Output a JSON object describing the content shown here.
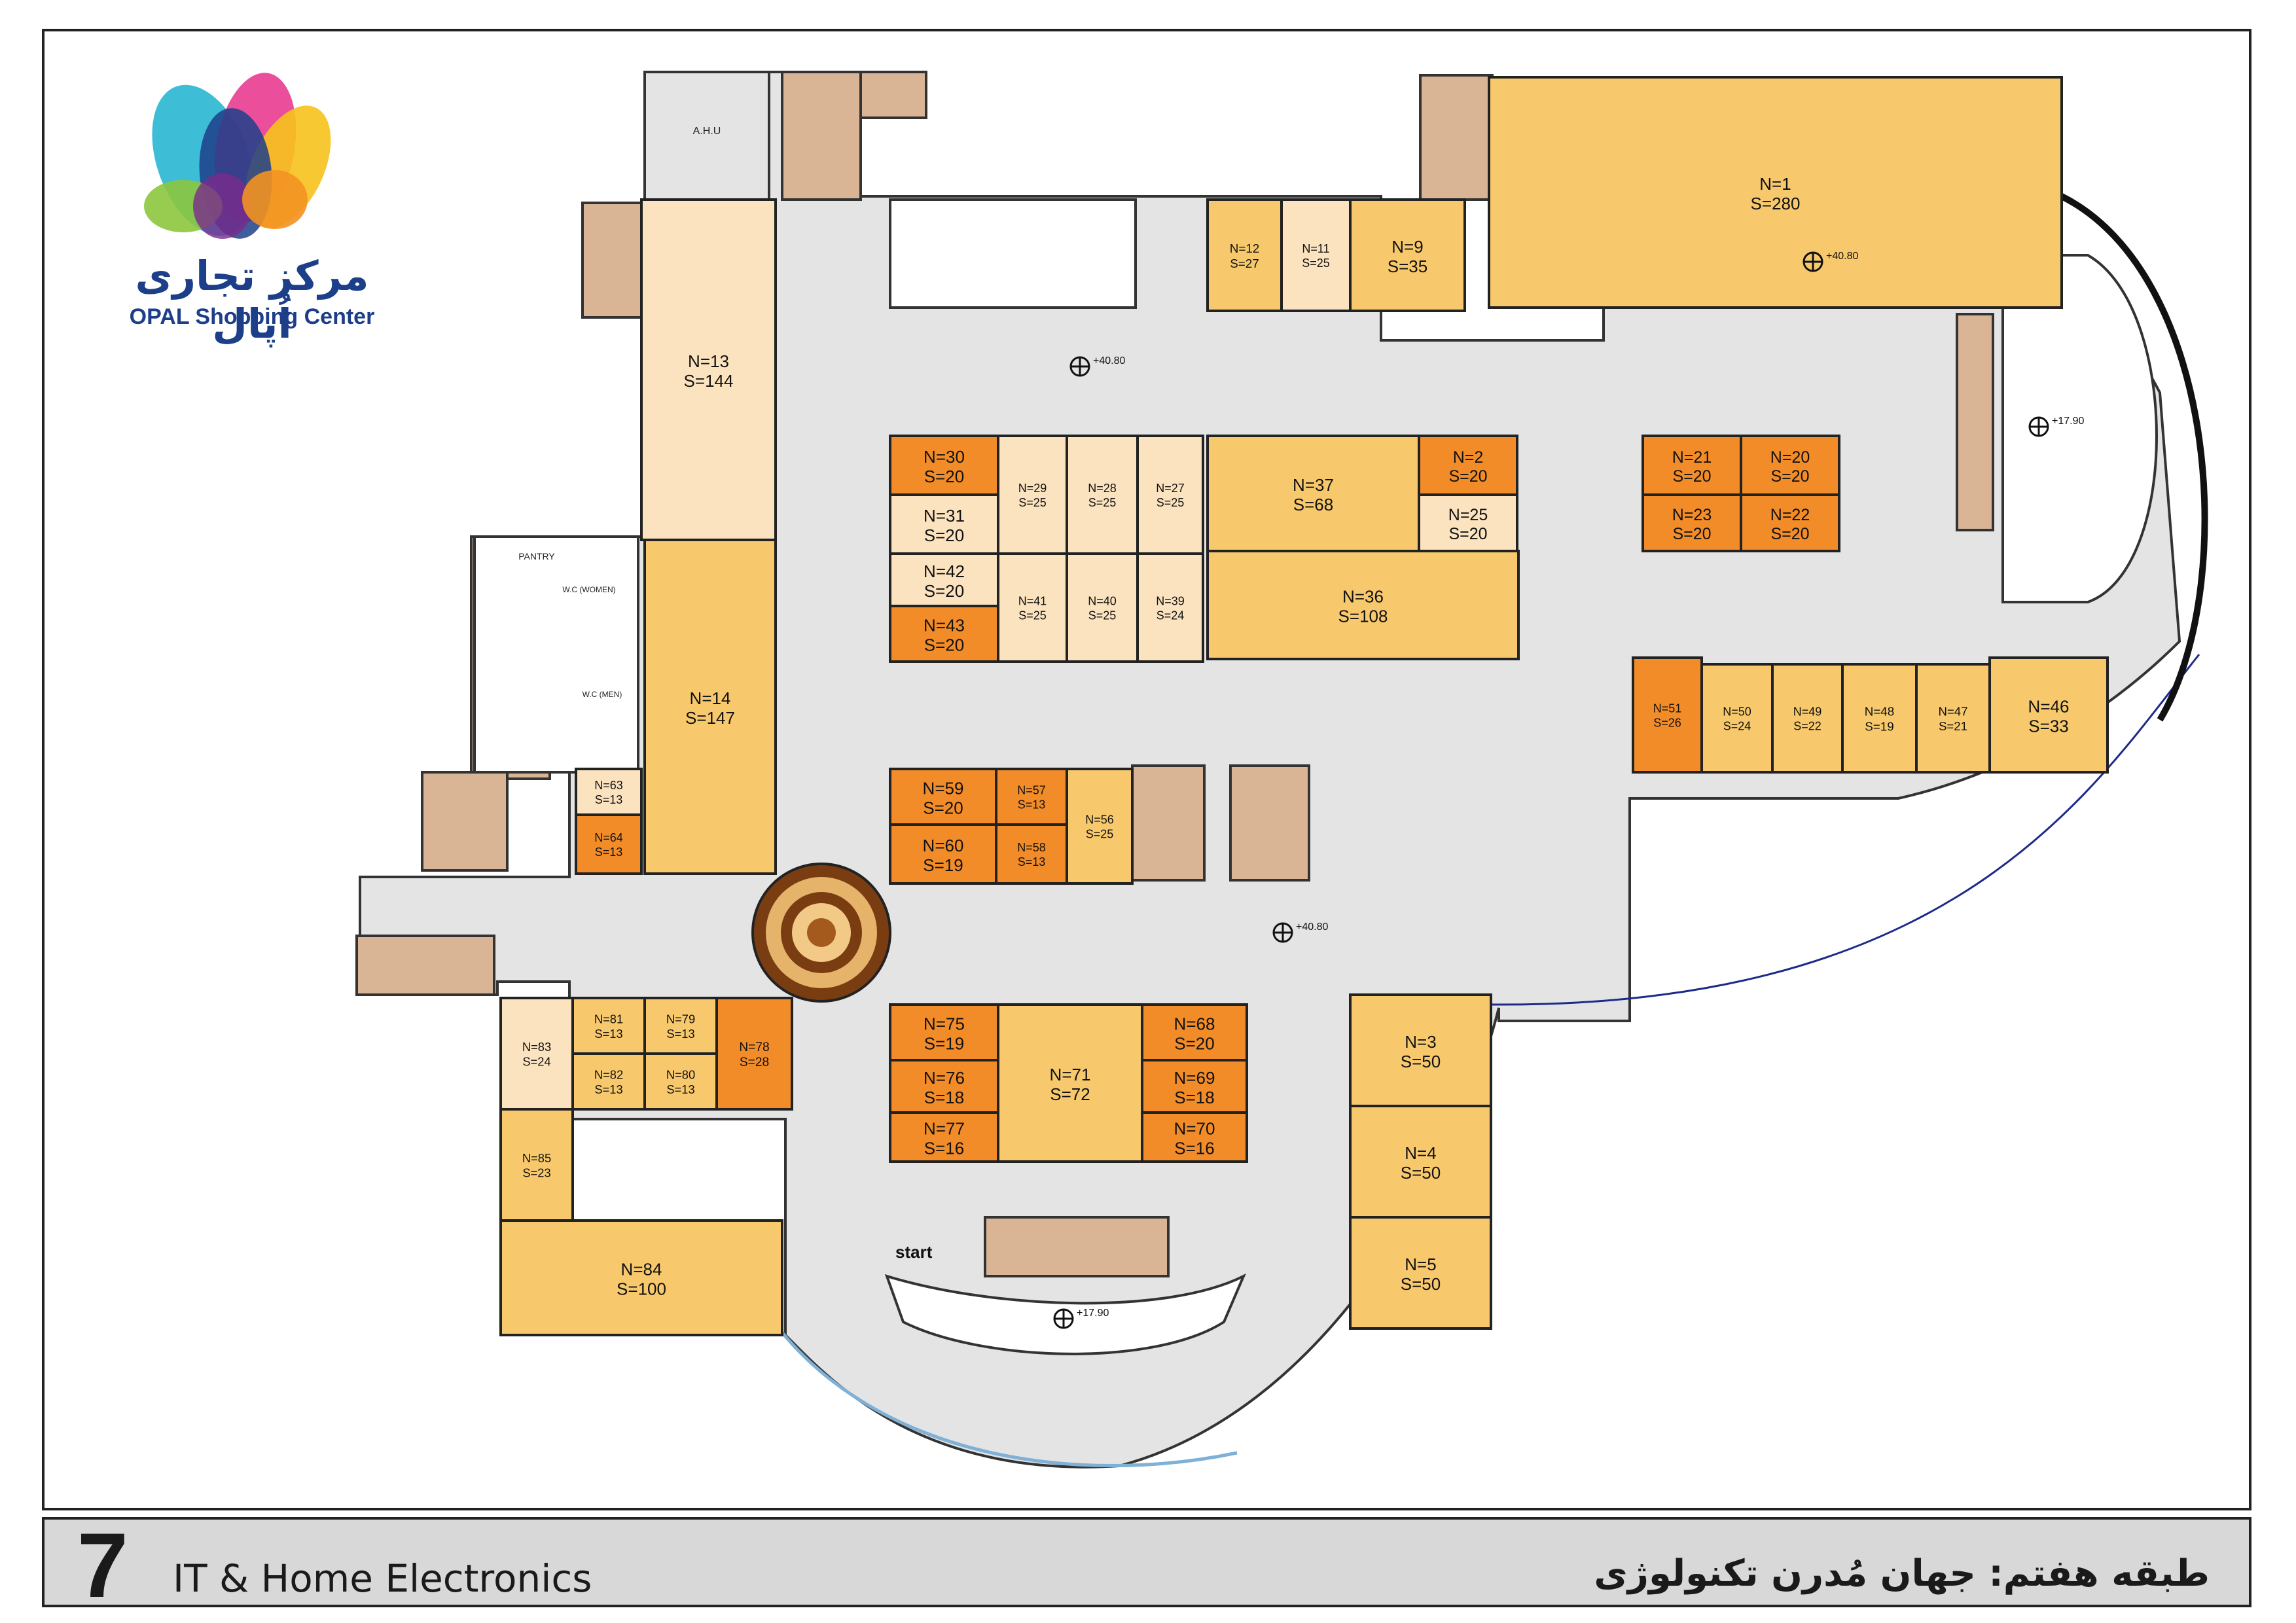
{
  "logo": {
    "name_fa": "مرکز تجاری اُپال",
    "name_en": "OPAL Shopping Center"
  },
  "footer": {
    "floor_number": "7",
    "floor_title_en": "IT & Home Electronics",
    "floor_title_fa": "طبقه هفتم: جهان مُدرن تکنولوژی"
  },
  "labels": {
    "start": "start",
    "ahu": "A.H.U",
    "pantry": "PANTRY",
    "wc_women": "W.C (WOMEN)",
    "wc_men": "W.C (MEN)",
    "level_main": "+40.80",
    "level_void": "+17.90"
  },
  "colors": {
    "light": "#fce3bf",
    "medium": "#f8c96c",
    "dark": "#f28c28",
    "corridor": "#e4e4e4",
    "stair": "#d9b596",
    "walls": "#222222",
    "logo": "#1d3f8a"
  },
  "shops": [
    {
      "n": "N=1",
      "s": "S=280",
      "tone": "medium"
    },
    {
      "n": "N=2",
      "s": "S=20",
      "tone": "dark"
    },
    {
      "n": "N=3",
      "s": "S=50",
      "tone": "medium"
    },
    {
      "n": "N=4",
      "s": "S=50",
      "tone": "medium"
    },
    {
      "n": "N=5",
      "s": "S=50",
      "tone": "medium"
    },
    {
      "n": "N=9",
      "s": "S=35",
      "tone": "medium"
    },
    {
      "n": "N=11",
      "s": "S=25",
      "tone": "light"
    },
    {
      "n": "N=12",
      "s": "S=27",
      "tone": "medium"
    },
    {
      "n": "N=13",
      "s": "S=144",
      "tone": "light"
    },
    {
      "n": "N=14",
      "s": "S=147",
      "tone": "medium"
    },
    {
      "n": "N=20",
      "s": "S=20",
      "tone": "dark"
    },
    {
      "n": "N=21",
      "s": "S=20",
      "tone": "dark"
    },
    {
      "n": "N=22",
      "s": "S=20",
      "tone": "dark"
    },
    {
      "n": "N=23",
      "s": "S=20",
      "tone": "dark"
    },
    {
      "n": "N=25",
      "s": "S=20",
      "tone": "light"
    },
    {
      "n": "N=27",
      "s": "S=25",
      "tone": "light"
    },
    {
      "n": "N=28",
      "s": "S=25",
      "tone": "light"
    },
    {
      "n": "N=29",
      "s": "S=25",
      "tone": "light"
    },
    {
      "n": "N=30",
      "s": "S=20",
      "tone": "dark"
    },
    {
      "n": "N=31",
      "s": "S=20",
      "tone": "light"
    },
    {
      "n": "N=36",
      "s": "S=108",
      "tone": "medium"
    },
    {
      "n": "N=37",
      "s": "S=68",
      "tone": "medium"
    },
    {
      "n": "N=39",
      "s": "S=24",
      "tone": "light"
    },
    {
      "n": "N=40",
      "s": "S=25",
      "tone": "light"
    },
    {
      "n": "N=41",
      "s": "S=25",
      "tone": "light"
    },
    {
      "n": "N=42",
      "s": "S=20",
      "tone": "light"
    },
    {
      "n": "N=43",
      "s": "S=20",
      "tone": "dark"
    },
    {
      "n": "N=46",
      "s": "S=33",
      "tone": "medium"
    },
    {
      "n": "N=47",
      "s": "S=21",
      "tone": "medium"
    },
    {
      "n": "N=48",
      "s": "S=19",
      "tone": "medium"
    },
    {
      "n": "N=49",
      "s": "S=22",
      "tone": "medium"
    },
    {
      "n": "N=50",
      "s": "S=24",
      "tone": "medium"
    },
    {
      "n": "N=51",
      "s": "S=26",
      "tone": "dark"
    },
    {
      "n": "N=56",
      "s": "S=25",
      "tone": "medium"
    },
    {
      "n": "N=57",
      "s": "S=13",
      "tone": "dark"
    },
    {
      "n": "N=58",
      "s": "S=13",
      "tone": "dark"
    },
    {
      "n": "N=59",
      "s": "S=20",
      "tone": "dark"
    },
    {
      "n": "N=60",
      "s": "S=19",
      "tone": "dark"
    },
    {
      "n": "N=63",
      "s": "S=13",
      "tone": "light"
    },
    {
      "n": "N=64",
      "s": "S=13",
      "tone": "dark"
    },
    {
      "n": "N=68",
      "s": "S=20",
      "tone": "dark"
    },
    {
      "n": "N=69",
      "s": "S=18",
      "tone": "dark"
    },
    {
      "n": "N=70",
      "s": "S=16",
      "tone": "dark"
    },
    {
      "n": "N=71",
      "s": "S=72",
      "tone": "medium"
    },
    {
      "n": "N=75",
      "s": "S=19",
      "tone": "dark"
    },
    {
      "n": "N=76",
      "s": "S=18",
      "tone": "dark"
    },
    {
      "n": "N=77",
      "s": "S=16",
      "tone": "dark"
    },
    {
      "n": "N=78",
      "s": "S=28",
      "tone": "dark"
    },
    {
      "n": "N=79",
      "s": "S=13",
      "tone": "medium"
    },
    {
      "n": "N=80",
      "s": "S=13",
      "tone": "medium"
    },
    {
      "n": "N=81",
      "s": "S=13",
      "tone": "medium"
    },
    {
      "n": "N=82",
      "s": "S=13",
      "tone": "medium"
    },
    {
      "n": "N=83",
      "s": "S=24",
      "tone": "light"
    },
    {
      "n": "N=84",
      "s": "S=100",
      "tone": "medium"
    },
    {
      "n": "N=85",
      "s": "S=23",
      "tone": "medium"
    }
  ]
}
